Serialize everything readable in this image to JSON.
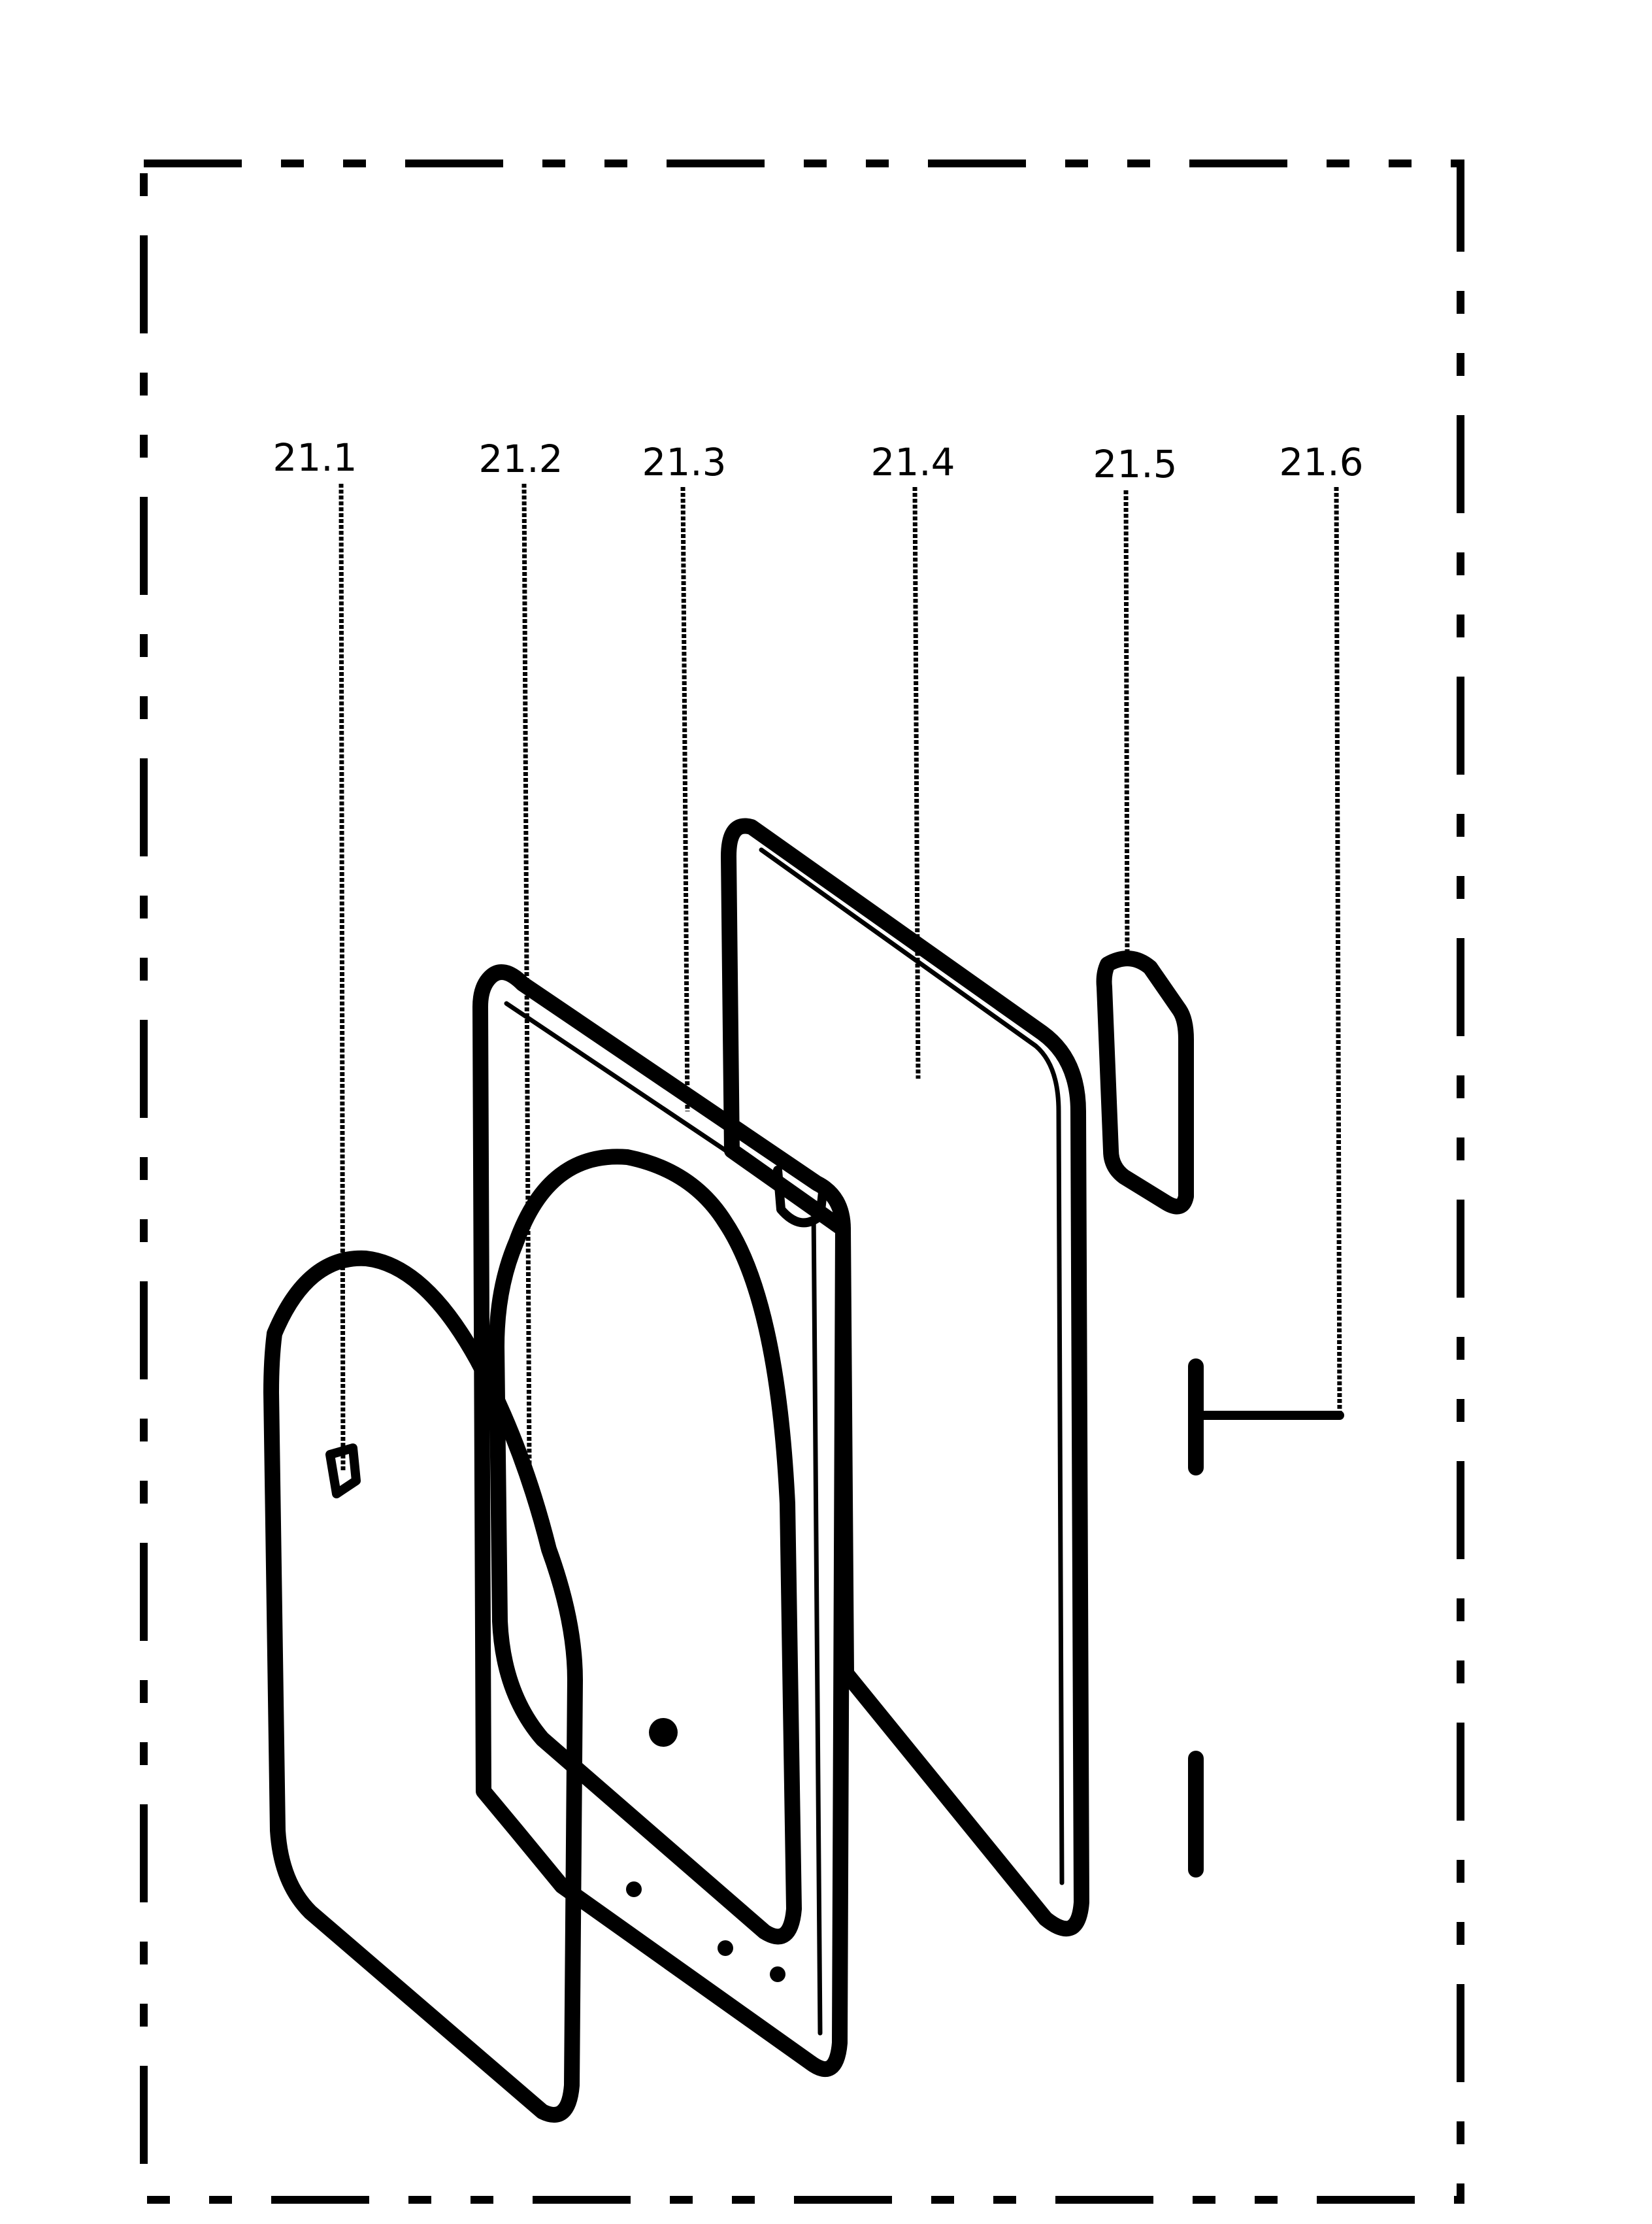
{
  "callouts": [
    {
      "id": "21.1",
      "label": "21.1"
    },
    {
      "id": "21.2",
      "label": "21.2"
    },
    {
      "id": "21.3",
      "label": "21.3"
    },
    {
      "id": "21.4",
      "label": "21.4"
    },
    {
      "id": "21.5",
      "label": "21.5"
    },
    {
      "id": "21.6",
      "label": "21.6"
    }
  ],
  "colors": {
    "ink": "#000000",
    "background": "#ffffff"
  }
}
